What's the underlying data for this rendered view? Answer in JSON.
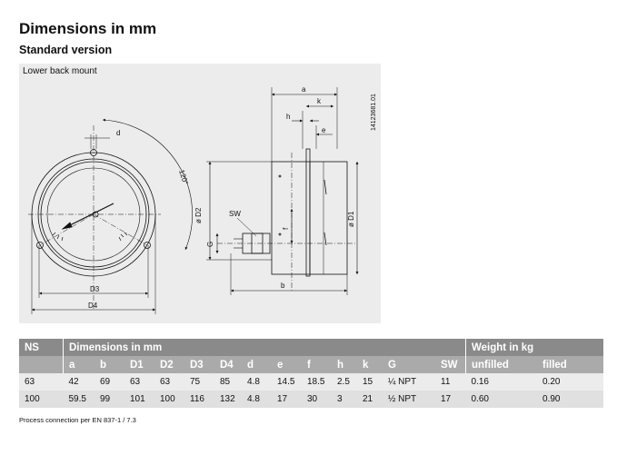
{
  "page": {
    "title": "Dimensions in mm",
    "subtitle": "Standard version"
  },
  "drawing": {
    "panel_label": "Lower back mount",
    "drawing_id": "14123681.01",
    "labels": {
      "a": "a",
      "b": "b",
      "d": "d",
      "e": "e",
      "f": "f",
      "h": "h",
      "k": "k",
      "G": "G",
      "SW": "SW",
      "D1": "ø D1",
      "D2": "ø D2",
      "D3": "D3",
      "D4": "D4",
      "angle": "120°"
    }
  },
  "table": {
    "header_group": {
      "ns": "NS",
      "dimensions": "Dimensions in mm",
      "weight": "Weight in kg"
    },
    "columns": [
      "a",
      "b",
      "D1",
      "D2",
      "D3",
      "D4",
      "d",
      "e",
      "f",
      "h",
      "k",
      "G",
      "SW",
      "unfilled",
      "filled"
    ],
    "rows": [
      [
        "63",
        "42",
        "69",
        "63",
        "63",
        "75",
        "85",
        "4.8",
        "14.5",
        "18.5",
        "2.5",
        "15",
        "¼ NPT",
        "11",
        "0.16",
        "0.20"
      ],
      [
        "100",
        "59.5",
        "99",
        "101",
        "100",
        "116",
        "132",
        "4.8",
        "17",
        "30",
        "3",
        "21",
        "½ NPT",
        "17",
        "0.60",
        "0.90"
      ]
    ]
  },
  "footnote": "Process connection per EN 837-1 / 7.3"
}
